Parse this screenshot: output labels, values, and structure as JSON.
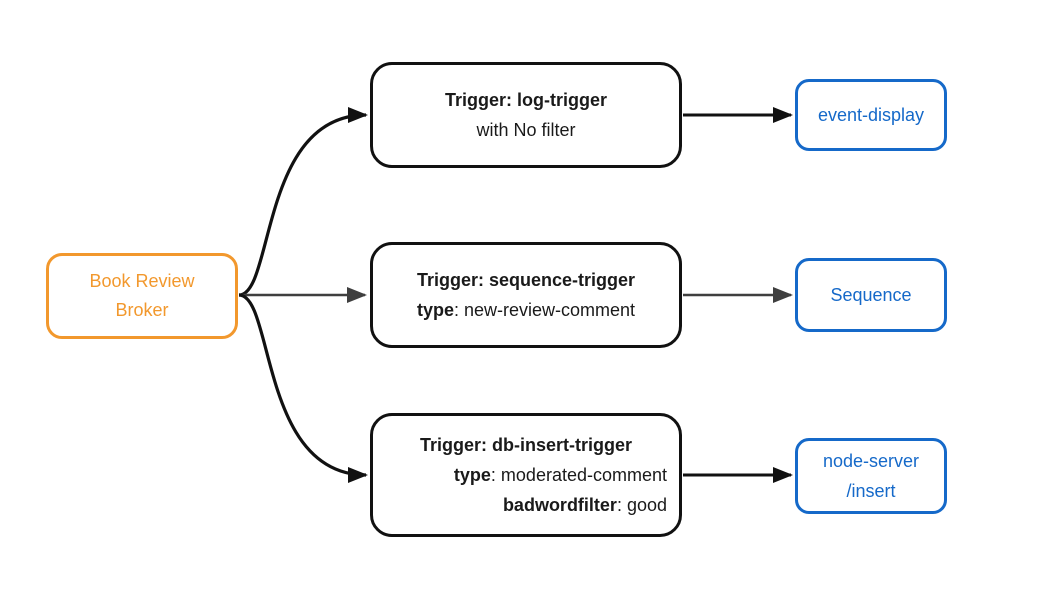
{
  "colors": {
    "orange": "#F2982D",
    "blue": "#1569C9",
    "black": "#111111",
    "gray": "#3F3F3F",
    "text_dark": "#1A1A1A",
    "background": "#FFFFFF"
  },
  "nodes": {
    "broker": {
      "line1": "Book Review",
      "line2": "Broker"
    },
    "trigger_log": {
      "line1_bold": "Trigger: log-trigger",
      "line2_text": "with No filter"
    },
    "trigger_sequence": {
      "line1_bold": "Trigger: sequence-trigger",
      "line2_bold": "type",
      "line2_rest": ": new-review-comment"
    },
    "trigger_db": {
      "line1_bold": "Trigger: db-insert-trigger",
      "line2_bold": "type",
      "line2_rest": ": moderated-comment",
      "line3_bold": "badwordfilter",
      "line3_rest": ": good"
    },
    "event_display": {
      "label": "event-display"
    },
    "sequence": {
      "label": "Sequence"
    },
    "node_server": {
      "line1": "node-server",
      "line2": "/insert"
    }
  },
  "edges": [
    {
      "from": "Book Review Broker",
      "to": "Trigger: log-trigger",
      "color": "black",
      "shape": "curve"
    },
    {
      "from": "Book Review Broker",
      "to": "Trigger: sequence-trigger",
      "color": "gray",
      "shape": "straight"
    },
    {
      "from": "Book Review Broker",
      "to": "Trigger: db-insert-trigger",
      "color": "black",
      "shape": "curve"
    },
    {
      "from": "Trigger: log-trigger",
      "to": "event-display",
      "color": "black",
      "shape": "straight"
    },
    {
      "from": "Trigger: sequence-trigger",
      "to": "Sequence",
      "color": "gray",
      "shape": "straight"
    },
    {
      "from": "Trigger: db-insert-trigger",
      "to": "node-server /insert",
      "color": "black",
      "shape": "straight"
    }
  ]
}
